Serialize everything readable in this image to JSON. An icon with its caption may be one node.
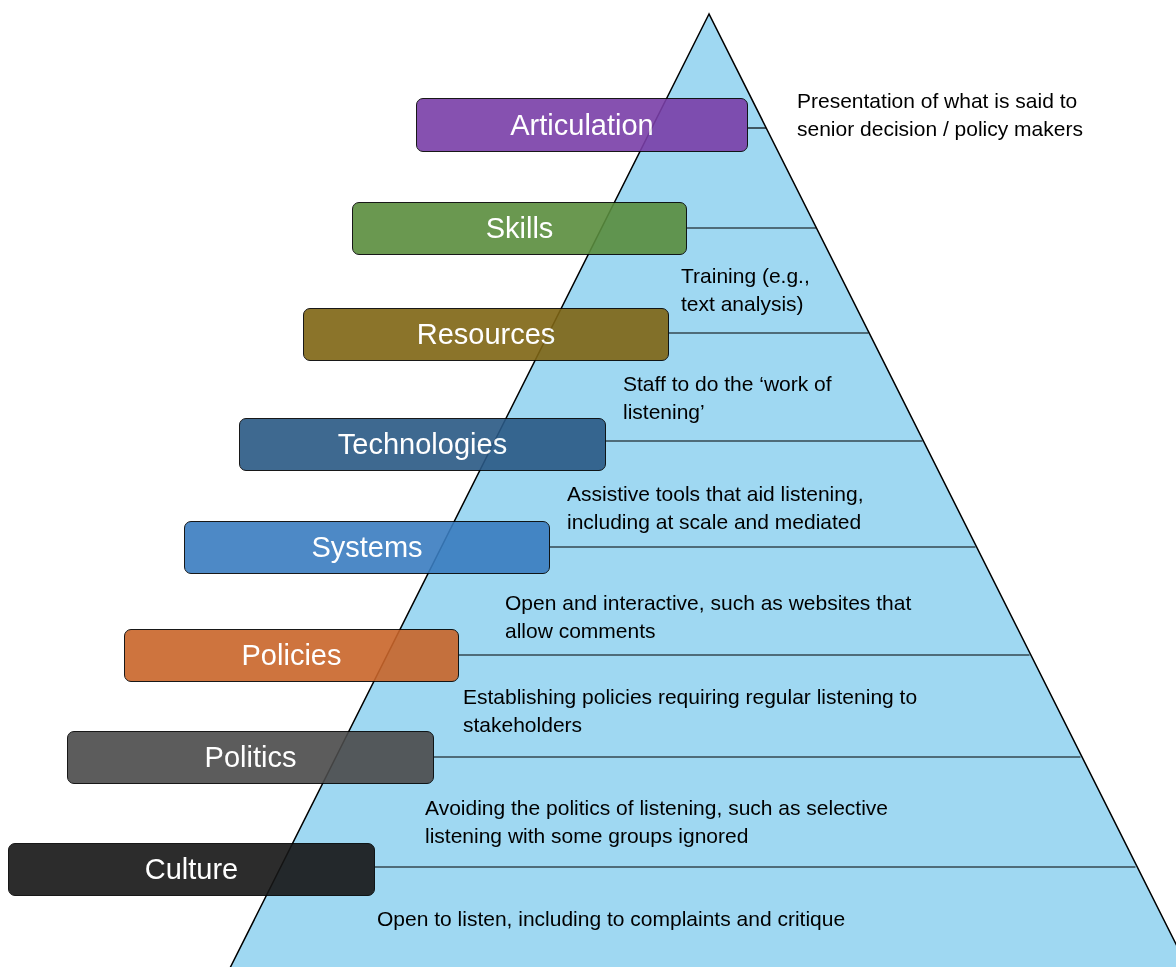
{
  "diagram": {
    "nodes": [
      {
        "text": [
          "Articulation"
        ],
        "beside": [
          "Presentation of what is said to senior decision / policy makers"
        ]
      },
      {
        "text": [
          "Skills"
        ],
        "beside": [
          "Training (e.g., text analysis)"
        ]
      },
      {
        "text": [
          "Resources"
        ],
        "beside": [
          "Staff to do the ‘work of listening’"
        ]
      },
      {
        "text": [
          "Technologies"
        ],
        "beside": [
          "Assistive tools that aid listening, including at scale and mediated"
        ]
      },
      {
        "text": [
          "Systems"
        ],
        "beside": [
          "Open and interactive, such as websites that allow comments"
        ]
      },
      {
        "text": [
          "Policies"
        ],
        "beside": [
          "Establishing policies requiring regular listening to stakeholders"
        ]
      },
      {
        "text": [
          "Politics"
        ],
        "beside": [
          "Avoiding the politics of listening, such as selective listening with some groups ignored"
        ]
      },
      {
        "text": [
          "Culture"
        ],
        "beside": [
          "Open to listen, including to complaints and critique"
        ]
      }
    ]
  }
}
